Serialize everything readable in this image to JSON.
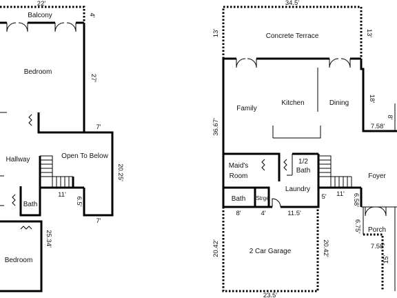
{
  "upper_floor": {
    "rooms": {
      "balcony": "Balcony",
      "bedroom_main": "Bedroom",
      "hallway": "Hallway",
      "open_to_below": "Open To Below",
      "bath": "Bath",
      "bedroom_lower": "Bedroom"
    },
    "dims": {
      "balcony_width": "22'",
      "balcony_depth": "4'",
      "bedroom_depth": "27'",
      "bedroom_step": "7'",
      "open_depth": "20.25'",
      "stair_width": "11'",
      "stair_depth": "6.5'",
      "open_bottom": "7'",
      "bedroom_lower_depth": "25.34'"
    }
  },
  "main_floor": {
    "rooms": {
      "concrete_terrace": "Concrete Terrace",
      "family": "Family",
      "kitchen": "Kitchen",
      "dining": "Dining",
      "maids_room_line1": "Maid's",
      "maids_room_line2": "Room",
      "half_bath_line1": "1/2",
      "half_bath_line2": "Bath",
      "laundry": "Laundry",
      "bath": "Bath",
      "storage": "Strge",
      "foyer": "Foyer",
      "porch": "Porch",
      "garage": "2 Car Garage"
    },
    "dims": {
      "terrace_width": "34.5'",
      "terrace_left": "13'",
      "terrace_right": "13'",
      "dining_depth": "18'",
      "dining_jog": "7.58'",
      "jog_8": "8'",
      "family_depth": "36.67'",
      "laundry_5": "5'",
      "stair_11": "11'",
      "foyer_658": "6.58'",
      "bath_8": "8'",
      "strge_4": "4'",
      "laundry_115": "11.5'",
      "porch_675": "6.75'",
      "porch_758": "7.58'",
      "porch_15": "15'",
      "garage_left": "20.42'",
      "garage_right": "20.42'",
      "garage_width": "23.5'"
    }
  }
}
